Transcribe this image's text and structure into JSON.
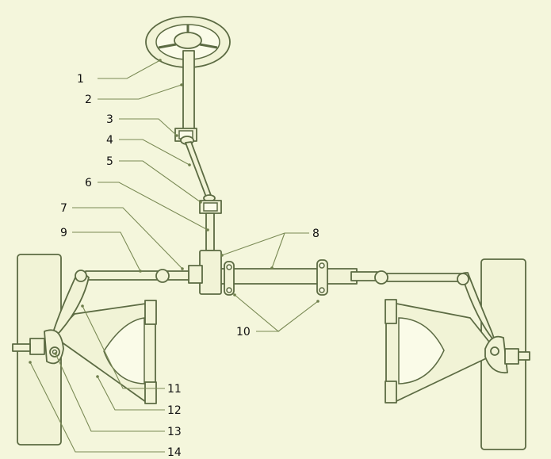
{
  "colors": {
    "background": "#f4f6dc",
    "line": "#5c6b43",
    "leader": "#7a8a55",
    "label": "#111111"
  },
  "labels": {
    "l1": "1",
    "l2": "2",
    "l3": "3",
    "l4": "4",
    "l5": "5",
    "l6": "6",
    "l7": "7",
    "l8": "8",
    "l9": "9",
    "l10": "10",
    "l11": "11",
    "l12": "12",
    "l13": "13",
    "l14": "14"
  }
}
